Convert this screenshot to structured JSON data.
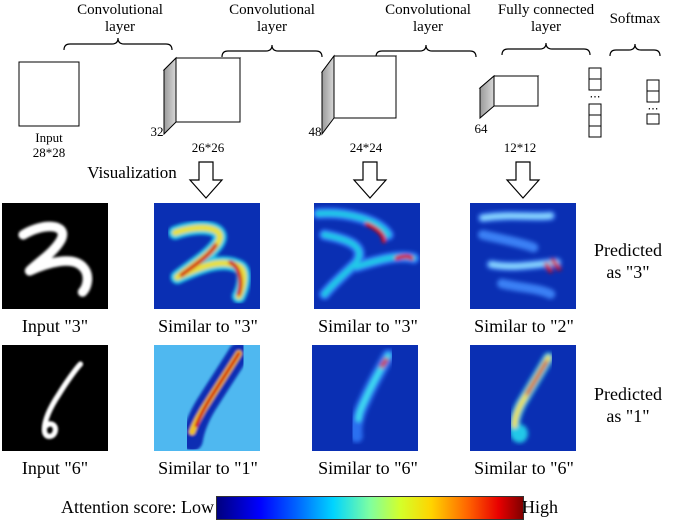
{
  "layers": {
    "conv1": "Convolutional layer",
    "conv2": "Convolutional layer",
    "conv3": "Convolutional layer",
    "fc": "Fully connected layer",
    "softmax": "Softmax"
  },
  "blocks": {
    "input_label": "Input",
    "input_size": "28*28",
    "b1_depth": "32",
    "b1_size": "26*26",
    "b2_depth": "48",
    "b2_size": "24*24",
    "b3_depth": "64",
    "b3_size": "12*12"
  },
  "visualization_label": "Visualization",
  "rows": [
    {
      "input_caption": "Input \"3\"",
      "captions": [
        "Similar to \"3\"",
        "Similar to \"3\"",
        "Similar to \"2\""
      ],
      "prediction": [
        "Predicted",
        "as \"3\""
      ]
    },
    {
      "input_caption": "Input \"6\"",
      "captions": [
        "Similar to \"1\"",
        "Similar to \"6\"",
        "Similar to \"6\""
      ],
      "prediction": [
        "Predicted",
        "as \"1\""
      ]
    }
  ],
  "colorbar": {
    "title": "Attention score: Low",
    "high": "High"
  },
  "colors": {
    "heat_background": "#0a2fb3",
    "heat_light_background": "#4fb8f0",
    "heat_hot": "#d21010"
  }
}
